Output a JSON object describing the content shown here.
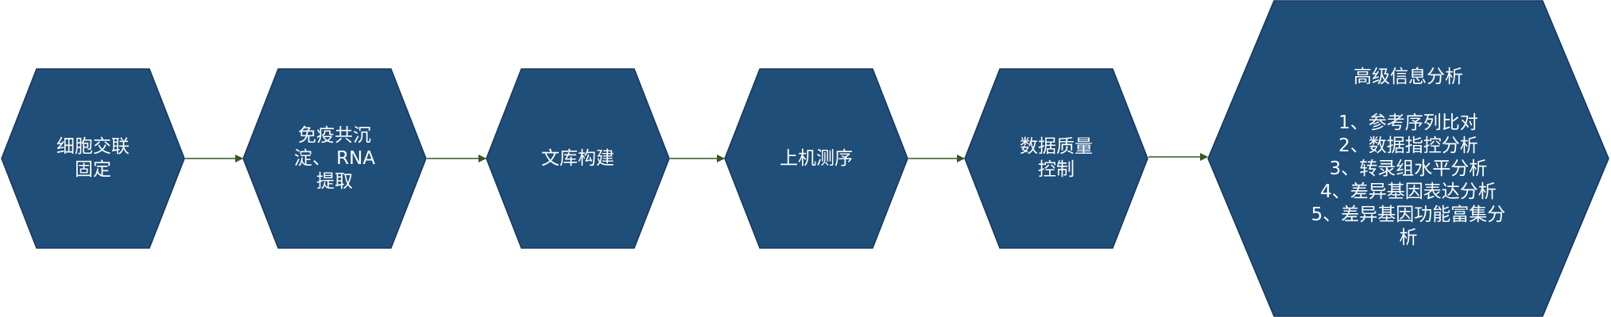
{
  "colors": {
    "node_fill": "#1f4e79",
    "node_stroke": "#17375e",
    "arrow": "#375623",
    "text": "#ffffff"
  },
  "nodes": [
    {
      "id": "crosslink",
      "lines": [
        "细胞交联",
        "固定"
      ]
    },
    {
      "id": "ip",
      "lines": [
        "免疫共沉",
        "淀、 RNA",
        "提取"
      ]
    },
    {
      "id": "library",
      "lines": [
        "文库构建"
      ]
    },
    {
      "id": "sequencing",
      "lines": [
        "上机测序"
      ]
    },
    {
      "id": "qc",
      "lines": [
        "数据质量",
        "控制"
      ]
    },
    {
      "id": "analysis",
      "title": "高级信息分析",
      "lines": [
        "1、参考序列比对",
        "2、数据指控分析",
        "3、转录组水平分析",
        "4、差异基因表达分析",
        "5、差异基因功能富集分",
        "析"
      ]
    }
  ]
}
